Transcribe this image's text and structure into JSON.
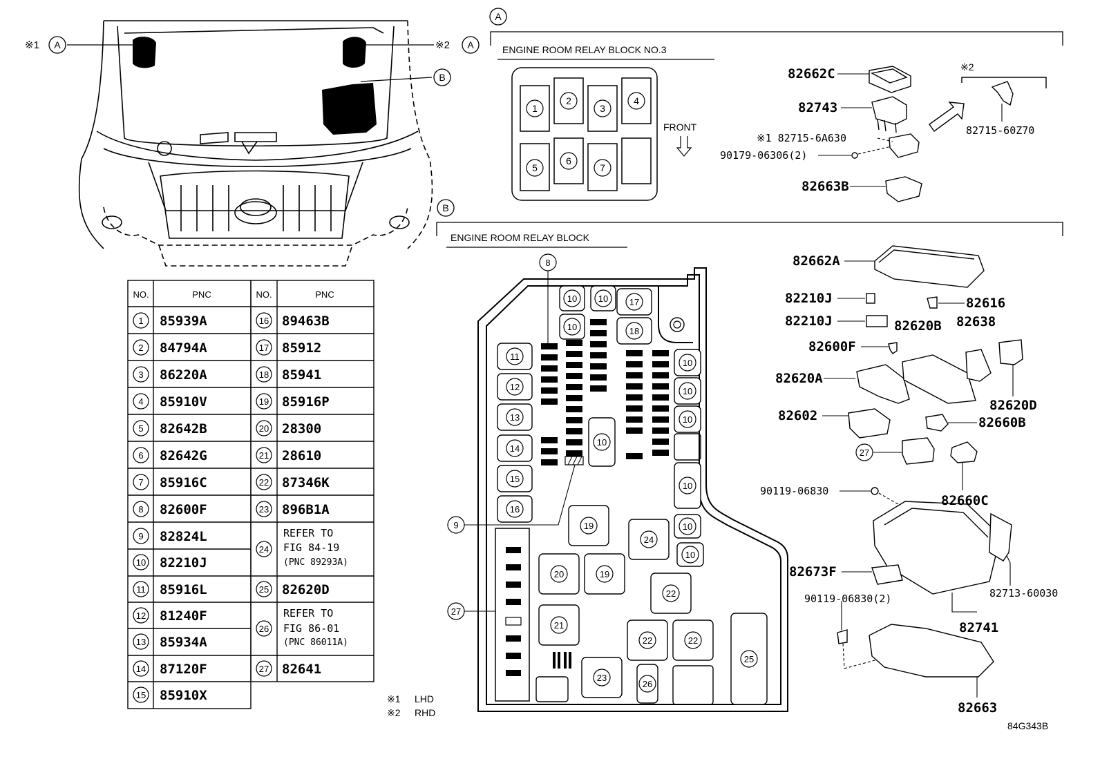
{
  "section_a": {
    "marker": "A",
    "title": "ENGINE ROOM RELAY BLOCK NO.3",
    "front_label": "FRONT",
    "relay_numbers": [
      "1",
      "2",
      "3",
      "4",
      "5",
      "6",
      "7"
    ],
    "parts": {
      "p82662C": "82662C",
      "p82743": "82743",
      "p82715_6A630": "※1 82715-6A630",
      "p90179": "90179-06306(2)",
      "p82663B": "82663B",
      "p82715_60Z70": "82715-60Z70",
      "note2": "※2"
    }
  },
  "section_b": {
    "marker": "B",
    "title": "ENGINE ROOM RELAY BLOCK",
    "parts": {
      "p82662A": "82662A",
      "p82210J_1": "82210J",
      "p82616": "82616",
      "p82210J_2": "82210J",
      "p82620B": "82620B",
      "p82638": "82638",
      "p82600F": "82600F",
      "p82620A": "82620A",
      "p82620D": "82620D",
      "p82602": "82602",
      "p82660B": "82660B",
      "p27": "27",
      "p90119": "90119-06830",
      "p82660C": "82660C",
      "p82673F": "82673F",
      "p82713": "82713-60030",
      "p90119_2": "90119-06830(2)",
      "p82741": "82741",
      "p82663": "82663"
    },
    "block_numbers": {
      "n8": "8",
      "n9": "9",
      "n10": "10",
      "n11": "11",
      "n12": "12",
      "n13": "13",
      "n14": "14",
      "n15": "15",
      "n16": "16",
      "n17": "17",
      "n18": "18",
      "n19": "19",
      "n20": "20",
      "n21": "21",
      "n22": "22",
      "n23": "23",
      "n24": "24",
      "n25": "25",
      "n26": "26",
      "n27": "27"
    }
  },
  "vehicle": {
    "note1_marker": "※1",
    "note2_marker": "※2",
    "a": "A",
    "b": "B"
  },
  "table": {
    "headers": {
      "no": "NO.",
      "pnc": "PNC"
    },
    "left": [
      {
        "no": "1",
        "pnc": "85939A"
      },
      {
        "no": "2",
        "pnc": "84794A"
      },
      {
        "no": "3",
        "pnc": "86220A"
      },
      {
        "no": "4",
        "pnc": "85910V"
      },
      {
        "no": "5",
        "pnc": "82642B"
      },
      {
        "no": "6",
        "pnc": "82642G"
      },
      {
        "no": "7",
        "pnc": "85916C"
      },
      {
        "no": "8",
        "pnc": "82600F"
      },
      {
        "no": "9",
        "pnc": "82824L"
      },
      {
        "no": "10",
        "pnc": "82210J"
      },
      {
        "no": "11",
        "pnc": "85916L"
      },
      {
        "no": "12",
        "pnc": "81240F"
      },
      {
        "no": "13",
        "pnc": "85934A"
      },
      {
        "no": "14",
        "pnc": "87120F"
      },
      {
        "no": "15",
        "pnc": "85910X"
      }
    ],
    "right": [
      {
        "no": "16",
        "pnc": "89463B"
      },
      {
        "no": "17",
        "pnc": "85912"
      },
      {
        "no": "18",
        "pnc": "85941"
      },
      {
        "no": "19",
        "pnc": "85916P"
      },
      {
        "no": "20",
        "pnc": "28300"
      },
      {
        "no": "21",
        "pnc": "28610"
      },
      {
        "no": "22",
        "pnc": "87346K"
      },
      {
        "no": "23",
        "pnc": "896B1A"
      }
    ],
    "r24": {
      "no": "24",
      "line1": "REFER TO",
      "line2": "FIG 84-19",
      "line3": "(PNC 89293A)"
    },
    "r25": {
      "no": "25",
      "pnc": "82620D"
    },
    "r26": {
      "no": "26",
      "line1": "REFER TO",
      "line2": "FIG 86-01",
      "line3": "(PNC 86011A)"
    },
    "r27": {
      "no": "27",
      "pnc": "82641"
    }
  },
  "notes": [
    {
      "mark": "※1",
      "text": "LHD"
    },
    {
      "mark": "※2",
      "text": "RHD"
    }
  ],
  "figure_id": "84G343B"
}
